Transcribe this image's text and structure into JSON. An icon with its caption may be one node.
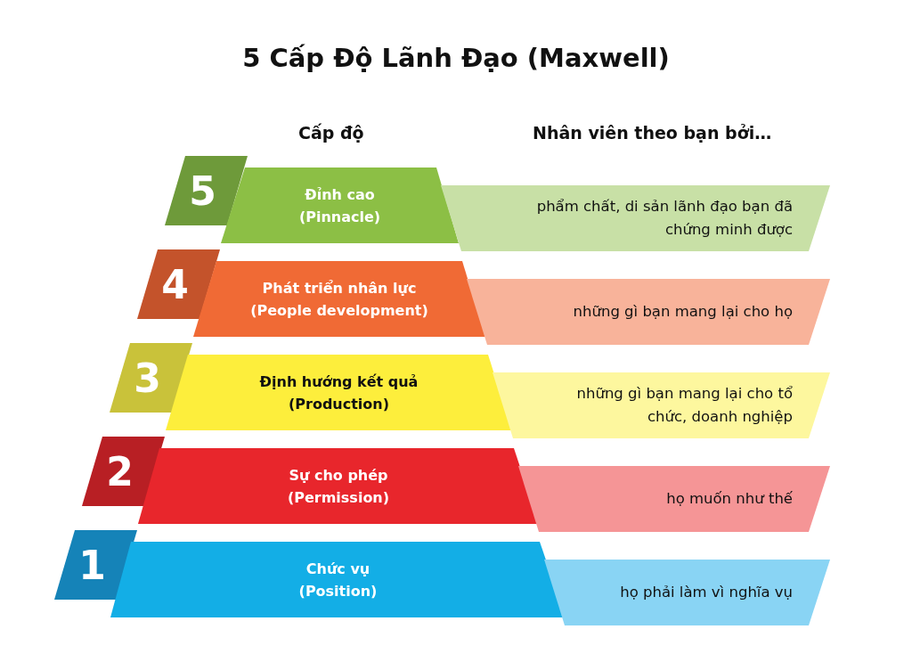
{
  "diagram": {
    "title": "5 Cấp Độ Lãnh Đạo (Maxwell)",
    "nodes": [
      {
        "text": [
          "5"
        ]
      },
      {
        "text": [
          "Đỉnh cao",
          "(Pinnacle)"
        ]
      },
      {
        "text": [
          "phẩm chất, di sản lãnh đạo bạn đã chứng minh được"
        ]
      },
      {
        "text": [
          "4"
        ]
      },
      {
        "text": [
          "Phát triển nhân lực",
          "(People development)"
        ]
      },
      {
        "text": [
          "những gì bạn mang lại cho họ"
        ]
      },
      {
        "text": [
          "3"
        ]
      },
      {
        "text": [
          "Định hướng kết quả",
          "(Production)"
        ]
      },
      {
        "text": [
          "những gì bạn mang lại cho tổ chức, doanh nghiệp"
        ]
      },
      {
        "text": [
          "2"
        ]
      },
      {
        "text": [
          "Sự cho phép",
          "(Permission)"
        ]
      },
      {
        "text": [
          "họ muốn như thế"
        ]
      },
      {
        "text": [
          "1"
        ]
      },
      {
        "text": [
          "Chức vụ",
          "(Position)"
        ]
      },
      {
        "text": [
          "họ phải làm vì nghĩa vụ"
        ]
      }
    ],
    "edges": [],
    "labels": [
      "Cấp độ",
      "Nhân viên theo bạn bởi…"
    ]
  }
}
